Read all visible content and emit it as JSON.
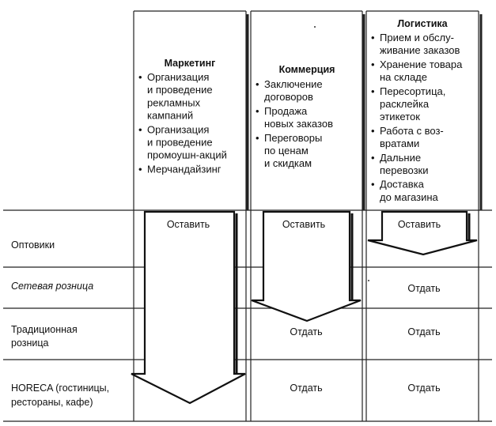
{
  "columns": [
    {
      "title": "Маркетинг",
      "items": [
        [
          "Организация",
          "и проведение",
          "рекламных",
          "кампаний"
        ],
        [
          "Организация",
          "и проведение",
          "промоушн-акций"
        ],
        [
          "Мерчандайзинг"
        ]
      ]
    },
    {
      "title": "Коммерция",
      "items": [
        [
          "Заключение",
          "договоров"
        ],
        [
          "Продажа",
          "новых заказов"
        ],
        [
          "Переговоры",
          "по ценам",
          "и скидкам"
        ]
      ]
    },
    {
      "title": "Логистика",
      "items": [
        [
          "Прием и обслу-",
          "живание заказов"
        ],
        [
          "Хранение товара",
          "на складе"
        ],
        [
          "Пересортица,",
          "расклейка",
          "этикеток"
        ],
        [
          "Работа с воз-",
          "вратами"
        ],
        [
          "Дальние",
          "перевозки"
        ],
        [
          "Доставка",
          "до магазина"
        ]
      ]
    }
  ],
  "rows": [
    {
      "label": [
        "Оптовики"
      ],
      "italic": false
    },
    {
      "label": [
        "Сетевая розница"
      ],
      "italic": true
    },
    {
      "label": [
        "Традиционная",
        "розница"
      ],
      "italic": false
    },
    {
      "label": [
        "HORECA (гостиницы,",
        "рестораны, кафе)"
      ],
      "italic": false
    }
  ],
  "actions": {
    "keep": "Оставить",
    "give": "Отдать"
  },
  "bullet": "•"
}
